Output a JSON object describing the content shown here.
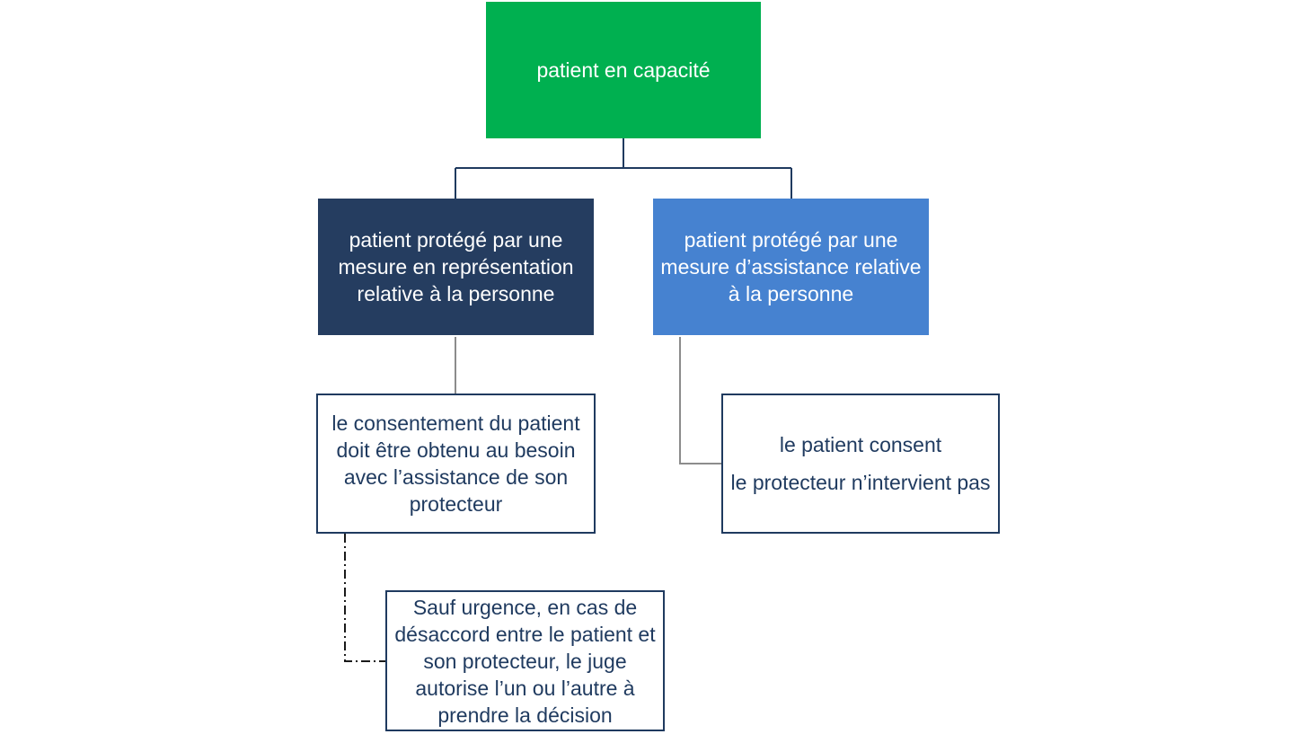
{
  "colors": {
    "root_fill": "#00b050",
    "representation_fill": "#253d60",
    "assistance_fill": "#4682d0",
    "outline_border": "#1f3a5f",
    "outline_text": "#1f3a5f",
    "connector_main": "#1f3a5f",
    "connector_secondary": "#8c8c8c",
    "connector_dashdot": "#1a1a1a"
  },
  "root": {
    "label": "patient en capacité"
  },
  "branches": {
    "representation": {
      "label": "patient protégé par une mesure en représentation relative à la personne",
      "child": {
        "label": "le consentement du patient doit être obtenu au besoin avec l’assistance de son protecteur",
        "child": {
          "label": "Sauf urgence, en cas de désaccord entre le patient et son protecteur, le juge autorise l’un ou l’autre à prendre la décision"
        }
      }
    },
    "assistance": {
      "label": "patient protégé par une mesure d’assistance relative à la personne",
      "child": {
        "line1": "le patient consent",
        "line2": "le protecteur n’intervient pas"
      }
    }
  }
}
